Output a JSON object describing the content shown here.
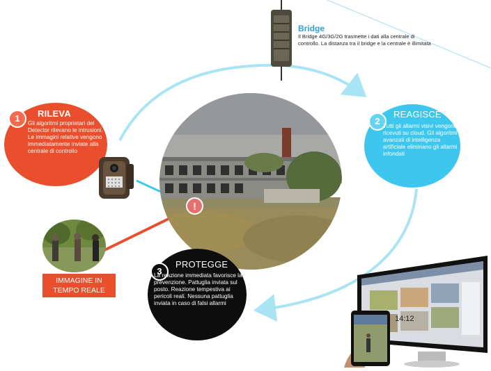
{
  "steps": {
    "rileva": {
      "number": "1",
      "title": "RILEVA",
      "description": "Gli algoritmi proprietari del Detector rilevano le intrusioni. Le immagini relative vengono immediatamente inviate alla centrale di controllo",
      "color": "#e94f2c"
    },
    "reagisce": {
      "number": "2",
      "title": "REAGISCE",
      "description": "Tutti gli allarmi visivi vengono ricevuti su cloud. Gli algoritmi avanzati di intelligenza artificiale eliminano gli allarmi infondati",
      "color": "#3ec7ee"
    },
    "protegge": {
      "number": "3",
      "title": "PROTEGGE",
      "description": "La reazione immediata favorisce la prevenzione. Pattuglia inviata sul posto. Reazione tempestiva ai pericoli reali. Nessuna pattuglia inviata in caso di falsi allarmi",
      "color": "#0d0d0d"
    }
  },
  "bridge": {
    "title": "Bridge",
    "description": "Il Bridge 4G/3G/2G trasmette i dati alla centrale di controllo. La distanza tra il bridge e la centrale è illimitata"
  },
  "realtime": {
    "label": "IMMAGINE IN TEMPO REALE"
  },
  "alert": {
    "symbol": "!"
  },
  "monitor": {
    "clock": "14:12"
  },
  "colors": {
    "flow_arrow": "#a9e4f5",
    "accent_red": "#e94f2c",
    "accent_blue": "#3ec7ee",
    "bridge_title": "#2f9fd1"
  },
  "icons": [
    "bridge-device-icon",
    "detector-camera-icon",
    "alert-icon",
    "monitor-icon",
    "tablet-icon"
  ]
}
